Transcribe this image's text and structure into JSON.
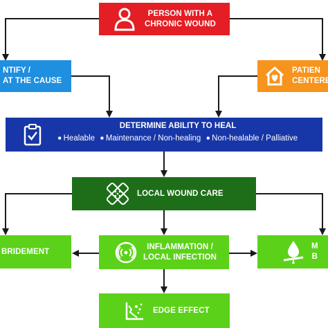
{
  "nodes": {
    "person": {
      "line1": "PERSON WITH A",
      "line2": "CHRONIC WOUND",
      "icon": "person-icon",
      "color": "#e31e24"
    },
    "cause": {
      "line1": "NTIFY /",
      "line2": "AT THE CAUSE",
      "color": "#1f8fe0"
    },
    "patient": {
      "line1": "PATIEN",
      "line2": "CENTERE",
      "icon": "house-heart-icon",
      "color": "#f7941d"
    },
    "heal": {
      "title": "DETERMINE ABILITY TO HEAL",
      "options": [
        "Healable",
        "Maintenance / Non-healing",
        "Non-healable / Palliative"
      ],
      "icon": "clipboard-check-icon",
      "color": "#1736a8"
    },
    "local": {
      "label": "LOCAL WOUND CARE",
      "icon": "bandage-icon",
      "color": "#1e6e19"
    },
    "debridement": {
      "label": "BRIDEMENT",
      "color": "#5bd219"
    },
    "inflammation": {
      "line1": "INFLAMMATION /",
      "line2": "LOCAL INFECTION",
      "icon": "signal-circle-icon",
      "color": "#5bd219"
    },
    "moisture": {
      "line1": "M",
      "line2": "B",
      "icon": "drop-balance-icon",
      "color": "#5bd219"
    },
    "edge": {
      "label": "EDGE EFFECT",
      "icon": "edge-icon",
      "color": "#5bd219"
    }
  },
  "arrow_color": "#1a1a1a"
}
